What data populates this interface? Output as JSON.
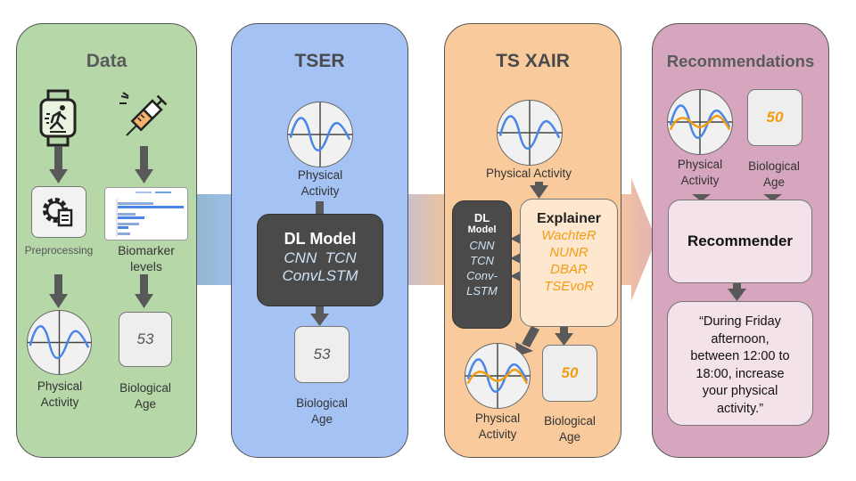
{
  "colors": {
    "data_panel": "#b6d7a8",
    "tser_panel": "#a4c2f4",
    "xair_panel": "#f9cb9c",
    "rec_panel": "#d5a6bd",
    "dark_box": "#4a4a4a",
    "wave_blue": "#4a86e8",
    "wave_orange": "#f39c12",
    "arrow": "#595959"
  },
  "data_panel": {
    "title": "Data",
    "smartwatch_icon": "smartwatch-running-icon",
    "syringe_icon": "syringe-icon",
    "preprocessing_icon": "gear-document-icon",
    "preprocessing_label": "Preprocessing",
    "biomarker_label": "Biomarker levels",
    "activity_label": "Physical Activity",
    "age_value": "53",
    "age_label": "Biological Age"
  },
  "tser_panel": {
    "title": "TSER",
    "activity_label": "Physical Activity",
    "model_title": "DL Model",
    "model_line1": "CNN  TCN",
    "model_line2": "ConvLSTM",
    "age_value": "53",
    "age_label": "Biological Age"
  },
  "xair_panel": {
    "title": "TS XAIR",
    "activity_label": "Physical Activity",
    "model_title_1": "DL",
    "model_title_2": "Model",
    "model_items": [
      "CNN",
      "TCN",
      "Conv-",
      "LSTM"
    ],
    "explainer_title": "Explainer",
    "explainer_items": [
      "WachteR",
      "NUNR",
      "DBAR",
      "TSEvoR"
    ],
    "result_activity_label": "Physical Activity",
    "age_value": "50",
    "age_label": "Biological Age"
  },
  "rec_panel": {
    "title": "Recommendations",
    "activity_label": "Physical Activity",
    "age_value": "50",
    "age_label": "Biological Age",
    "recommender_label": "Recommender",
    "quote_lines": [
      "“During Friday",
      "afternoon,",
      "between 12:00 to",
      "18:00, increase",
      "your physical",
      "activity.”"
    ]
  }
}
